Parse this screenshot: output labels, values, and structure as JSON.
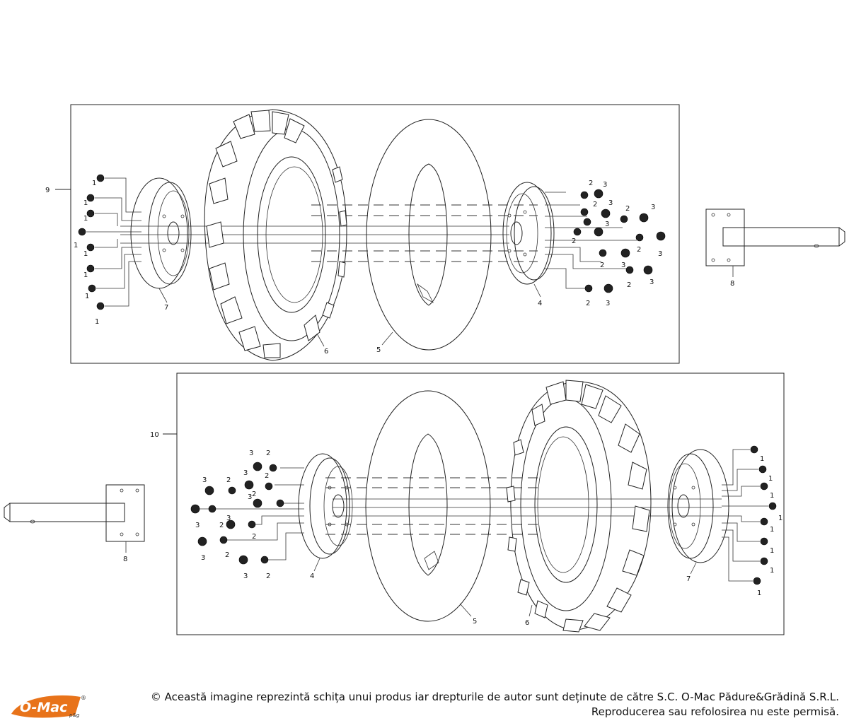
{
  "labels": {
    "hub_bolt": "1",
    "nut": "2",
    "washer": "3",
    "rim_right": "4",
    "inner_tube": "5",
    "tire": "6",
    "rim_left": "7",
    "axle_shaft": "8",
    "assembly_left": "9",
    "assembly_right": "10"
  },
  "footer": {
    "copyright_line1": "© Această imagine reprezintă schița unui produs iar drepturile de autor sunt deținute de către S.C. O-Mac Pădure&Grădină S.R.L.",
    "copyright_line2": "Reproducerea sau refolosirea nu este permisă."
  },
  "logo": {
    "text": "O-Mac",
    "registered": "®",
    "subtext": "p&g",
    "color": "#e8731a"
  }
}
